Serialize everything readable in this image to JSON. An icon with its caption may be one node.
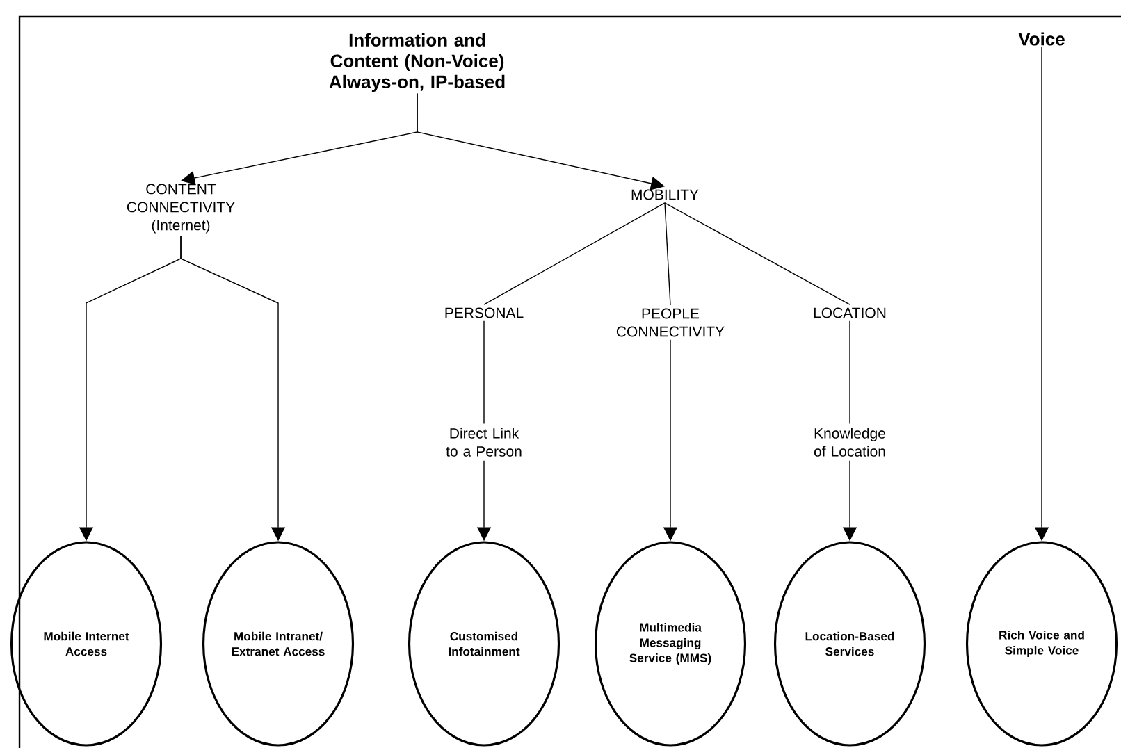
{
  "diagram": {
    "nodes": [
      {
        "text": [
          "Information and Content (Non-Voice) Always-on, IP-based"
        ]
      },
      {
        "text": [
          "CONTENT CONNECTIVITY (Internet)"
        ]
      },
      {
        "text": [
          "MOBILITY"
        ]
      },
      {
        "text": [
          "PERSONAL"
        ]
      },
      {
        "text": [
          "PEOPLE CONNECTIVITY"
        ]
      },
      {
        "text": [
          "LOCATION"
        ]
      },
      {
        "text": [
          "Voice"
        ]
      },
      {
        "text": [
          "Mobile Internet Access"
        ]
      },
      {
        "text": [
          "Mobile Intranet/ Extranet Access"
        ]
      },
      {
        "text": [
          "Customised Infotainment"
        ]
      },
      {
        "text": [
          "Multimedia Messaging Service (MMS)"
        ]
      },
      {
        "text": [
          "Location-Based Services"
        ]
      },
      {
        "text": [
          "Rich Voice and Simple Voice"
        ]
      }
    ],
    "edges": [
      {
        "from": 0,
        "to": 1,
        "arrow": "to"
      },
      {
        "from": 0,
        "to": 2,
        "arrow": "to"
      },
      {
        "from": 1,
        "to": 7,
        "arrow": "to"
      },
      {
        "from": 1,
        "to": 8,
        "arrow": "to"
      },
      {
        "from": 2,
        "to": 3,
        "arrow": "none"
      },
      {
        "from": 2,
        "to": 4,
        "arrow": "none"
      },
      {
        "from": 2,
        "to": 5,
        "arrow": "none"
      },
      {
        "from": 3,
        "to": 9,
        "arrow": "to",
        "label": "Direct Link to a Person"
      },
      {
        "from": 4,
        "to": 10,
        "arrow": "to"
      },
      {
        "from": 5,
        "to": 11,
        "arrow": "to",
        "label": "Knowledge of Location"
      },
      {
        "from": 6,
        "to": 12,
        "arrow": "to"
      }
    ]
  }
}
